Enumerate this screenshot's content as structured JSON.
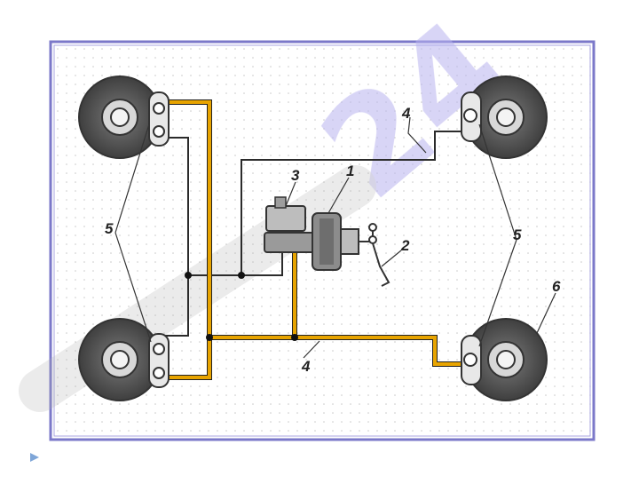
{
  "diagram": {
    "title": "",
    "labels": {
      "master_cylinder": "1",
      "pedal": "2",
      "reservoir": "3",
      "line_upper": "4",
      "line_lower": "4",
      "caliper_left": "5",
      "caliper_right": "5",
      "disc": "6"
    },
    "watermark": "24",
    "colors": {
      "frame": "#7b78c9",
      "brake_line_primary": "#e8a400",
      "brake_line_secondary": "#2b2b2b",
      "disc": "#5a5a5a",
      "watermark": "#b9b3ef"
    }
  }
}
